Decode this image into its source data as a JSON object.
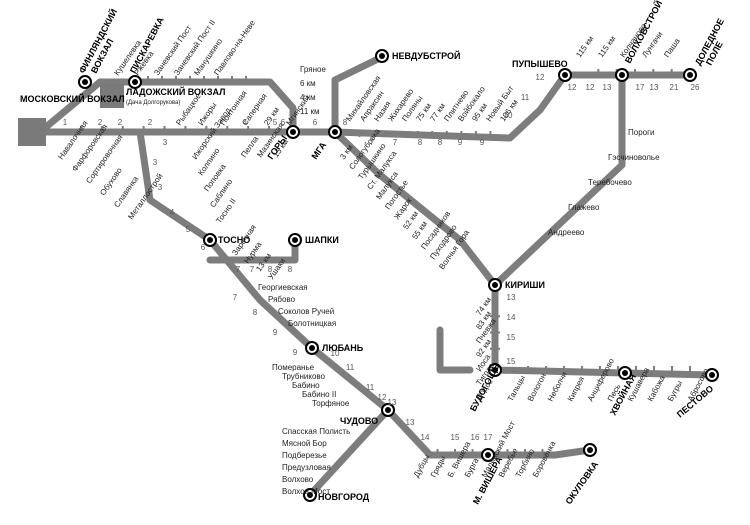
{
  "map": {
    "terminals": {
      "moskovsky": "МОСКОВСКИЙ ВОКЗАЛ",
      "ladozhsky": "ЛАДОЖСКИЙ ВОКЗАЛ",
      "ladozhsky_note": "(Дача Долгорукова)",
      "finlyandsky_1": "ФИНЛЯНДСКИЙ",
      "finlyandsky_2": "ВОКЗАЛ"
    },
    "hubs": {
      "piskarevka": "ПИСКАРЕВКА",
      "nevdubstroy": "НЕВДУБСТРОЙ",
      "gory": "ГОРЫ",
      "mga": "МГА",
      "pupyshevo": "ПУПЫШЕВО",
      "volkhovstroy": "ВОЛХОВСТРОЙ",
      "dudnevo_1": "ДОЛЕДНОЕ",
      "dudnevo_2": "ПОЛЕ",
      "tosno": "ТОСНО",
      "shapki": "ШАПКИ",
      "kirishi": "КИРИШИ",
      "lyuban": "ЛЮБАНЬ",
      "chudovo": "ЧУДОВО",
      "budogoshch": "БУДОГОЩЬ",
      "khvoynaya": "ХВОЙНАЯ",
      "pestovo": "ПЕСТОВО",
      "novgorod": "НОВГОРОД",
      "m_vishera": "М. ВИШЕРА",
      "okulovka": "ОКУЛОВКА"
    },
    "stations": {
      "finland_line": [
        "Кушелевка",
        "Ржевка",
        "Заневский Пост",
        "Заневский Пост II",
        "Манушкино",
        "Павлово-на-Неве"
      ],
      "ladoga_line": [
        "Рыбацкое",
        "Ижоры",
        "Понтонная",
        "Саперная",
        "29 км",
        "Мгинский"
      ],
      "main_west": [
        "Навалочная",
        "Фарфоровская",
        "Сортировочная",
        "Обухово",
        "Славянка",
        "Металлострой"
      ],
      "main_to_tosno": [
        "Ижорский Завод",
        "Колпино",
        "Поповка",
        "Саблино",
        "Тосно II"
      ],
      "gory_line": [
        "Пелла",
        "Мазинская",
        "15 км"
      ],
      "nevdub_line": [
        "Гряное",
        "6 км",
        "4 км",
        "11 км"
      ],
      "mga_volkhov": [
        "Михайловская",
        "Апраксин",
        "Назия",
        "Жихарево",
        "Поляны",
        "75 км",
        "77 км",
        "Плитнево",
        "Войбокало",
        "95 км",
        "Новый Быт",
        "106 км"
      ],
      "mga_kirishi": [
        "3 км",
        "Сологубовка",
        "Турышкино",
        "Ст. Малукса",
        "Малукса",
        "Погостье",
        "Жарок",
        "52 км",
        "55 км",
        "Посадников",
        "Пуходрово",
        "Волчья Гора"
      ],
      "volkhov_east": [
        "115 км",
        "115 км",
        "Колчаново",
        "Лунгачи",
        "Паша"
      ],
      "volkhov_kirishi": [
        "Пороги",
        "Гэсчиноволье",
        "Теребочево",
        "Глажево",
        "Андреево"
      ],
      "shapki_line": [
        "Заречная",
        "Нурма",
        "13 км",
        "Ушаки"
      ],
      "tosno_lyuban": [
        "Георгиевская",
        "Рябово",
        "Соколов Ручей",
        "Болотницкая"
      ],
      "lyuban_chudovo": [
        "Померанье",
        "Трубниково",
        "Бабино",
        "Бабино II",
        "Торфяное"
      ],
      "kirishi_south": [
        "74 км",
        "83 км",
        "Пчевжа",
        "92 км",
        "Иоса",
        "Тигода",
        "Водос"
      ],
      "budogoshch_east": [
        "Тальцы",
        "Вологон",
        "Неболчи",
        "Кипрея",
        "Анциферово",
        "Песь",
        "Кушавера",
        "Кабожа",
        "Бугры",
        "Абросово"
      ],
      "chudovo_novgorod": [
        "Спасская Полисть",
        "Мясной Бор",
        "Подберезье",
        "Предузловая",
        "Волхово",
        "Волхов Мост"
      ],
      "chudovo_vishera": [
        "Дубцы",
        "Гряды",
        "Б. Вишера",
        "Бурга",
        "Малинский Мост",
        "Веребье",
        "Торбино",
        "Боровёнка"
      ]
    },
    "zones": [
      "1",
      "2",
      "3",
      "4",
      "5",
      "6",
      "7",
      "8",
      "9",
      "10",
      "11",
      "12",
      "13",
      "14",
      "15",
      "16",
      "17",
      "21",
      "26"
    ]
  }
}
